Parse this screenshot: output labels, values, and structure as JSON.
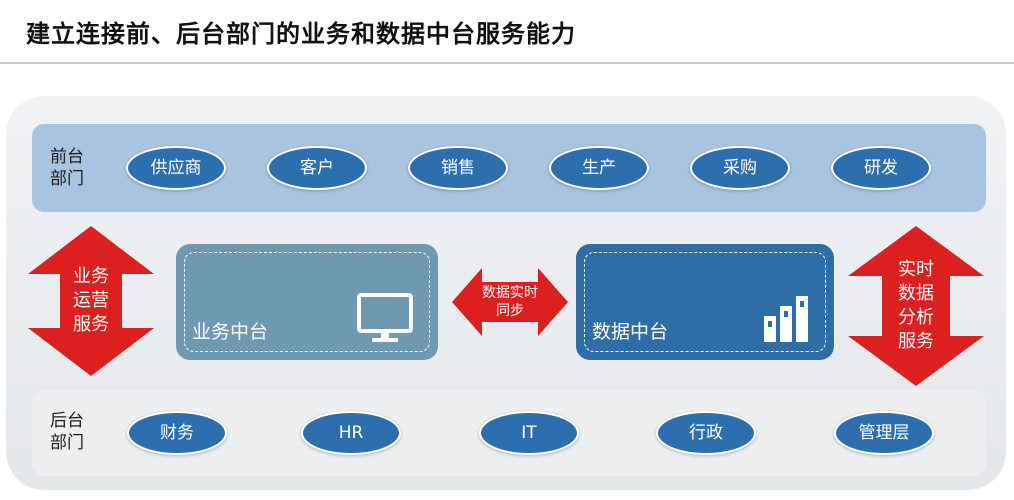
{
  "title": "建立连接前、后台部门的业务和数据中台服务能力",
  "front_office": {
    "label": "前台\n部门",
    "items": [
      "供应商",
      "客户",
      "销售",
      "生产",
      "采购",
      "研发"
    ]
  },
  "back_office": {
    "label": "后台\n部门",
    "items": [
      "财务",
      "HR",
      "IT",
      "行政",
      "管理层"
    ]
  },
  "business_hub": {
    "label": "业务中台",
    "icon": "monitor-icon"
  },
  "data_hub": {
    "label": "数据中台",
    "icon": "bar-chart-icon"
  },
  "left_arrow": {
    "text": "业务\n运营\n服务"
  },
  "middle_arrow": {
    "text": "数据实时\n同步"
  },
  "right_arrow": {
    "text": "实时\n数据\n分析\n服务"
  },
  "colors": {
    "front_band": "#a9c4e0",
    "oval_fill": "#2d6fae",
    "business_hub": "#6f99b1",
    "data_hub": "#2f6da6",
    "arrow_red": "#dc1f1f"
  }
}
